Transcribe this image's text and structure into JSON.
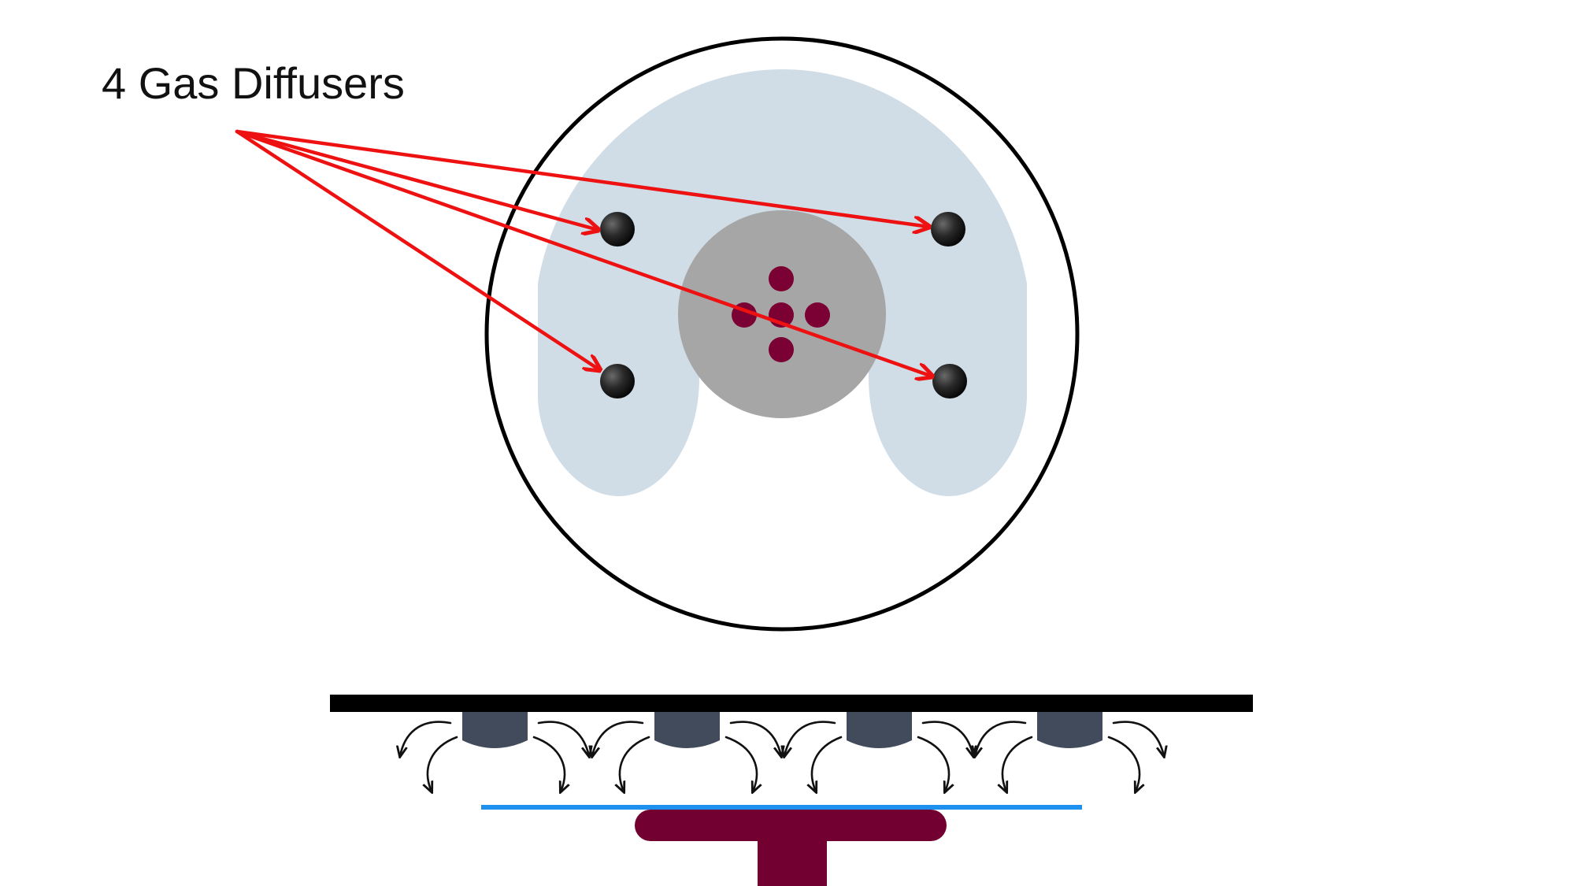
{
  "label": {
    "text": "4 Gas Diffusers"
  },
  "colors": {
    "chamber_outline": "#000000",
    "diffuser_zone": "#d0dde6",
    "center_disc": "#a6a6a6",
    "center_holes": "#7b0033",
    "diffuser_dot": "#222222",
    "arrow": "#ee1111",
    "top_plate": "#000000",
    "side_diffuser": "#414b5c",
    "flow_arrow": "#111111",
    "wafer": "#1e90ee",
    "chuck": "#720030"
  },
  "top_view": {
    "diffuser_count": 4,
    "center_hole_count": 5
  },
  "side_view": {
    "diffuser_count": 4
  }
}
